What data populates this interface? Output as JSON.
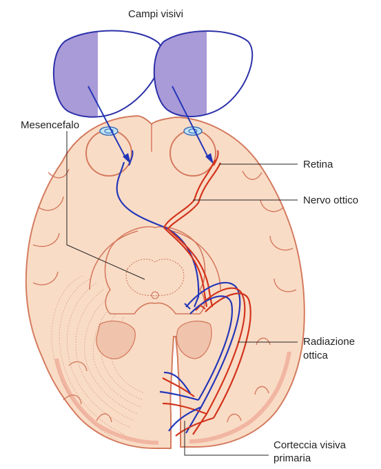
{
  "title": "Campi visivi",
  "labels": {
    "mesencefalo": "Mesencefalo",
    "retina": "Retina",
    "nervo_ottico": "Nervo ottico",
    "radiazione_line1": "Radiazione",
    "radiazione_line2": "ottica",
    "corteccia_line1": "Corteccia visiva",
    "corteccia_line2": "primaria"
  },
  "colors": {
    "brain_fill": "#f9dcc6",
    "brain_outline": "#d47a5e",
    "field_shade": "#a99ad8",
    "field_outline": "#2a2fa8",
    "blue_pathway": "#2336b8",
    "red_pathway": "#d2331c"
  }
}
